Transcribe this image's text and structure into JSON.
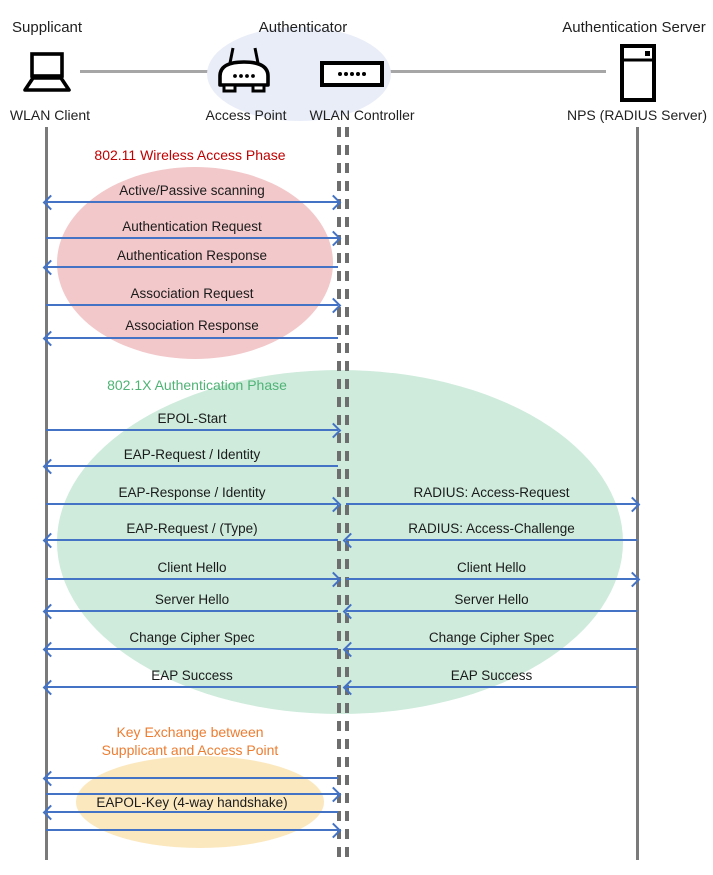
{
  "header": {
    "roles": {
      "supplicant": "Supplicant",
      "authenticator": "Authenticator",
      "auth_server": "Authentication Server"
    },
    "devices": {
      "wlan_client": "WLAN Client",
      "access_point": "Access Point",
      "wlan_controller": "WLAN Controller",
      "nps": "NPS (RADIUS Server)"
    },
    "icons": [
      "laptop-icon",
      "access-point-icon",
      "wlan-controller-icon",
      "server-icon"
    ]
  },
  "phases": {
    "wireless_access": {
      "title": "802.11 Wireless Access Phase",
      "title_color": "#C00000",
      "fill_color": "#F2C8CA",
      "messages": [
        {
          "label": "Active/Passive scanning",
          "from": "WLAN Client",
          "to": "WLAN Controller",
          "direction": "both"
        },
        {
          "label": "Authentication Request",
          "from": "WLAN Client",
          "to": "WLAN Controller",
          "direction": "right"
        },
        {
          "label": "Authentication Response",
          "from": "WLAN Controller",
          "to": "WLAN Client",
          "direction": "left"
        },
        {
          "label": "Association Request",
          "from": "WLAN Client",
          "to": "WLAN Controller",
          "direction": "right"
        },
        {
          "label": "Association Response",
          "from": "WLAN Controller",
          "to": "WLAN Client",
          "direction": "left"
        }
      ]
    },
    "authentication": {
      "title": "802.1X Authentication Phase",
      "title_color": "#4FB376",
      "fill_color": "#CEEBDC",
      "client_messages": [
        {
          "label": "EPOL-Start",
          "direction": "right"
        },
        {
          "label": "EAP-Request / Identity",
          "direction": "left"
        },
        {
          "label": "EAP-Response / Identity",
          "direction": "right"
        },
        {
          "label": "EAP-Request / (Type)",
          "direction": "left"
        },
        {
          "label": "Client Hello",
          "direction": "right"
        },
        {
          "label": "Server Hello",
          "direction": "left"
        },
        {
          "label": "Change Cipher Spec",
          "direction": "left"
        },
        {
          "label": "EAP Success",
          "direction": "left"
        }
      ],
      "server_messages": [
        {
          "label": "RADIUS: Access-Request",
          "direction": "right"
        },
        {
          "label": "RADIUS: Access-Challenge",
          "direction": "left"
        },
        {
          "label": "Client Hello",
          "direction": "right"
        },
        {
          "label": "Server Hello",
          "direction": "left"
        },
        {
          "label": "Change Cipher Spec",
          "direction": "left"
        },
        {
          "label": "EAP Success",
          "direction": "left"
        }
      ]
    },
    "key_exchange": {
      "title_line1": "Key Exchange between",
      "title_line2": "Supplicant and Access Point",
      "title_color": "#ED7D31",
      "fill_color": "#FBE8BF",
      "label": "EAPOL-Key (4-way handshake)",
      "arrows": [
        "left",
        "right",
        "left",
        "right"
      ]
    }
  },
  "colors": {
    "arrow": "#4472C4",
    "lifeline": "#7A7A7A",
    "authenticator_ellipse": "#E9EDF8"
  }
}
